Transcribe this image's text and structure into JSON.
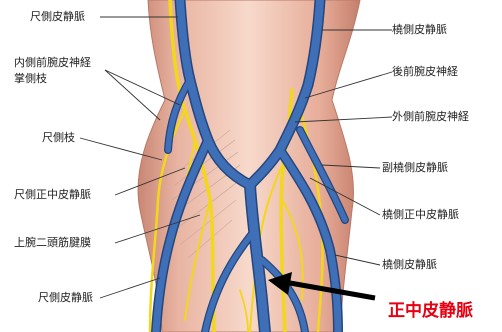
{
  "labels": {
    "left": [
      "尺側皮静脈",
      "内側前腕皮神経",
      "掌側枝",
      "尺側枝",
      "尺側正中皮静脈",
      "上腕二頭筋腱膜",
      "尺側皮静脈"
    ],
    "right": [
      "橈側皮静脈",
      "後前腕皮神経",
      "外側前腕皮神経",
      "副橈側皮静脈",
      "橈側正中皮静脈",
      "橈側皮静脈"
    ]
  },
  "callout": "正中皮静脈",
  "colors": {
    "skin": "#f2c9b8",
    "skin_shadow": "#d9998a",
    "vein": "#3f6fb6",
    "vein_edge": "#24467f",
    "nerve": "#f2d71a",
    "leader": "#333333",
    "arrow": "#000000",
    "callout": "#e60012"
  }
}
